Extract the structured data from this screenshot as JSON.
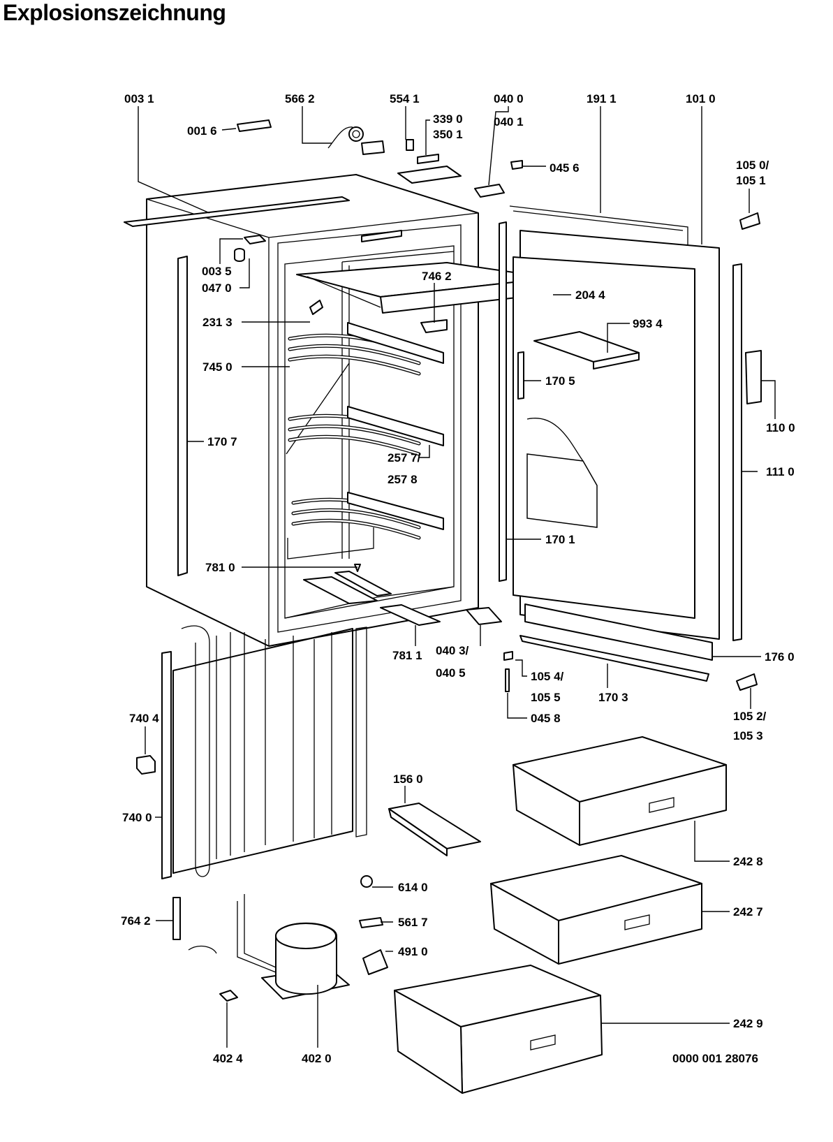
{
  "title": "Explosionszeichnung",
  "drawing_number": "0000 001 28076",
  "part_labels": {
    "p0031": "003 1",
    "p5662": "566 2",
    "p5541": "554 1",
    "p3390": "339 0",
    "p3501": "350 1",
    "p0400": "040 0",
    "p0401": "040 1",
    "p1911": "191 1",
    "p1010": "101 0",
    "p0016": "001 6",
    "p0456": "045 6",
    "p1050": "105 0/",
    "p1051": "105 1",
    "p0035": "003 5",
    "p0470": "047 0",
    "p7462": "746 2",
    "p2044": "204 4",
    "p2313": "231 3",
    "p9934": "993 4",
    "p7450": "745 0",
    "p1705": "170 5",
    "p1100": "110 0",
    "p1707": "170 7",
    "p2577": "257 7/",
    "p2578": "257 8",
    "p1110": "111 0",
    "p1701": "170 1",
    "p7810": "781 0",
    "p7811": "781 1",
    "p0403": "040 3/",
    "p0405": "040 5",
    "p1760": "176 0",
    "p1054": "105 4/",
    "p1055": "105 5",
    "p1703": "170 3",
    "p0458": "045 8",
    "p1052": "105 2/",
    "p1053": "105 3",
    "p7404": "740 4",
    "p1560": "156 0",
    "p7400": "740 0",
    "p2428": "242 8",
    "p6140": "614 0",
    "p5617": "561 7",
    "p2427": "242 7",
    "p7642": "764 2",
    "p4910": "491 0",
    "p2429": "242 9",
    "p4024": "402 4",
    "p4020": "402 0"
  }
}
